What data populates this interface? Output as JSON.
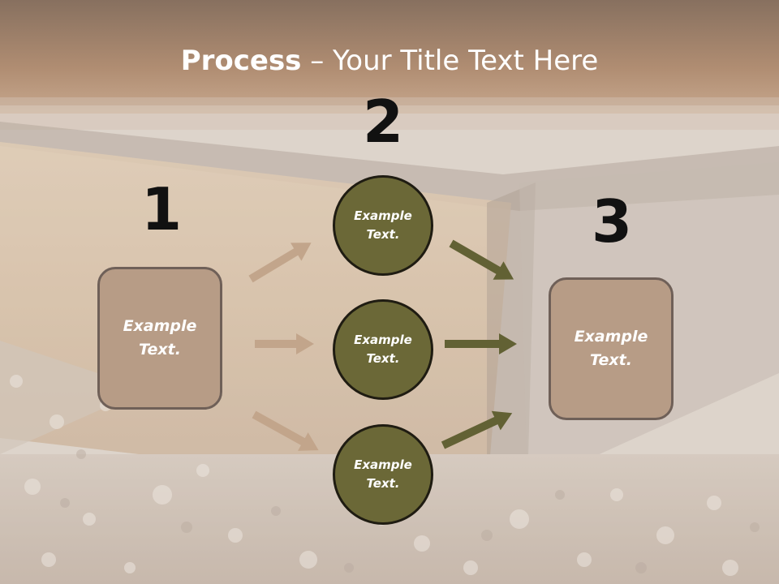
{
  "title": {
    "bold": "Process",
    "rest": " – Your Title Text Here"
  },
  "steps": [
    {
      "number": "1",
      "text": "Example\nText."
    },
    {
      "number": "2",
      "items": [
        {
          "text": "Example\nText."
        },
        {
          "text": "Example\nText."
        },
        {
          "text": "Example\nText."
        }
      ]
    },
    {
      "number": "3",
      "text": "Example\nText."
    }
  ],
  "colors": {
    "box_fill": "#b79c86",
    "box_border": "#6f6058",
    "circle_fill": "#6b6837",
    "circle_border": "#1f1c12",
    "arrow_light": "#c2a58b",
    "arrow_dark": "#626134"
  }
}
